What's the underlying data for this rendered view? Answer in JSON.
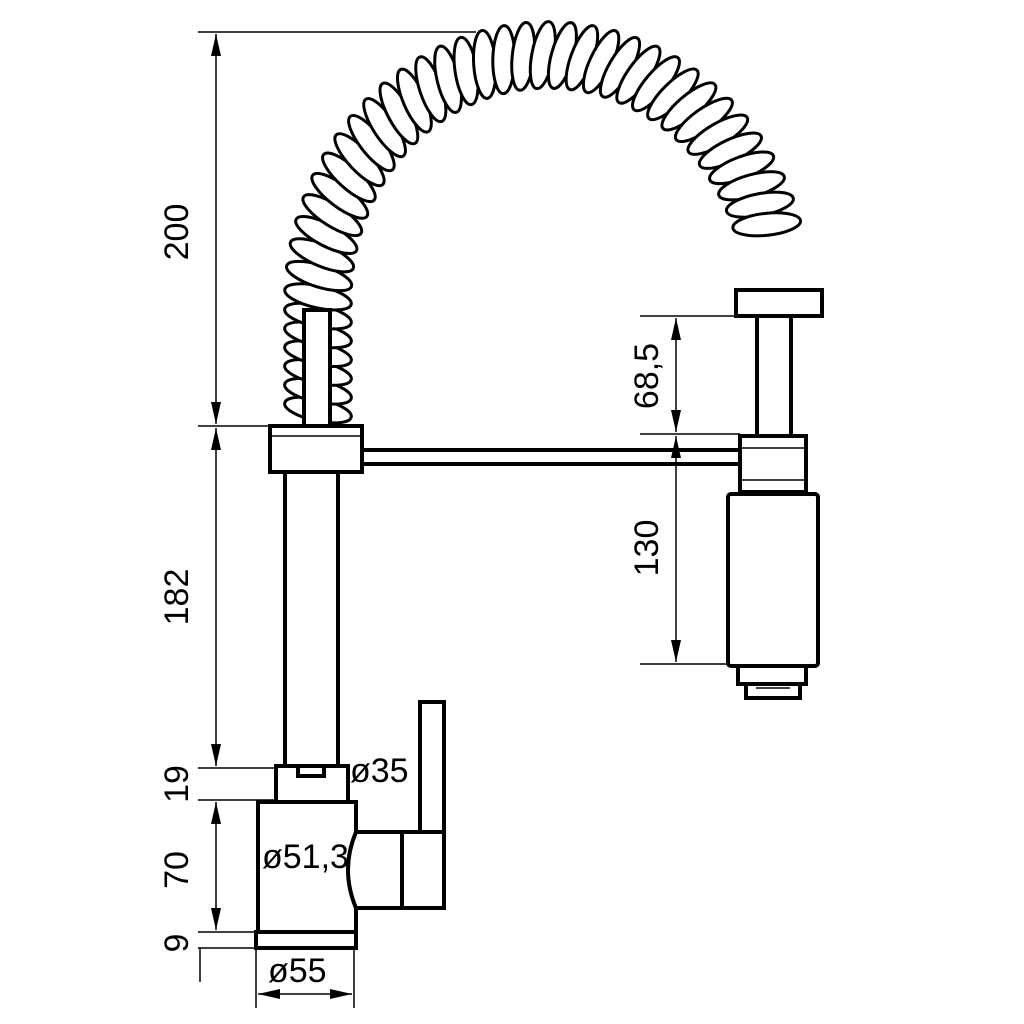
{
  "drawing": {
    "subject": "pull-out spring faucet dimension drawing",
    "colors": {
      "line": "#000000",
      "background": "#ffffff"
    },
    "dimensions": {
      "spring_height": "200",
      "body_height": "182",
      "ring_height": "19",
      "base_height": "70",
      "flange_height": "9",
      "spray_offset": "68,5",
      "spray_length": "130",
      "ring_diameter": "ø35",
      "body_diameter": "ø51,3",
      "base_diameter": "ø55"
    }
  }
}
